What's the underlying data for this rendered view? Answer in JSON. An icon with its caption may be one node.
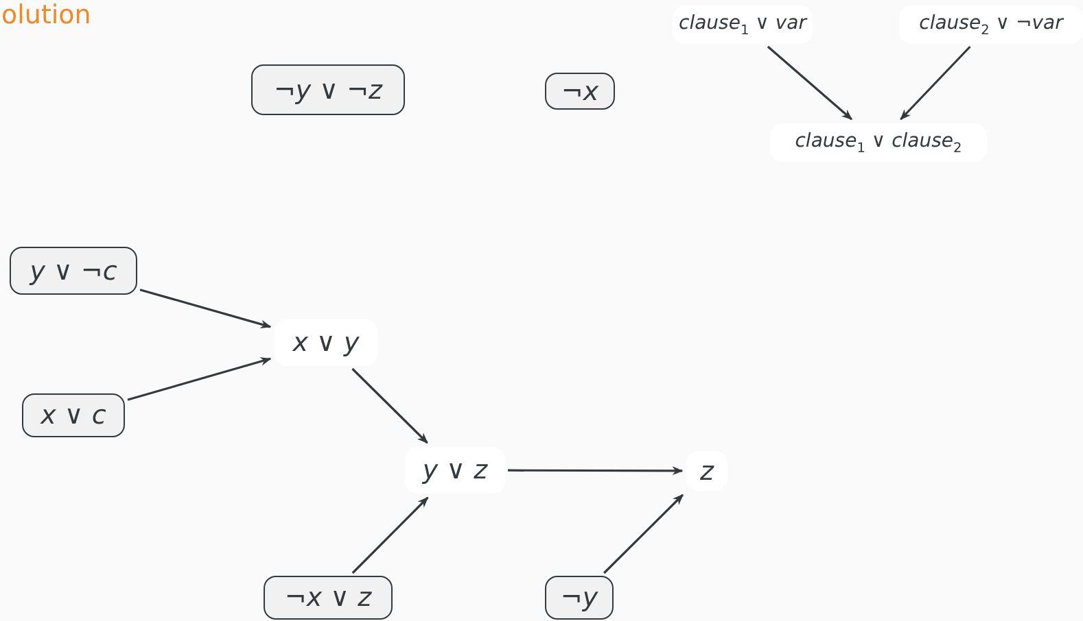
{
  "diagram": {
    "title": "olution",
    "nodes": [
      {
        "text": [
          "¬*y* ∨ ¬*z*"
        ]
      },
      {
        "text": [
          "¬*x*"
        ]
      },
      {
        "text": [
          "*clause*$_{1}$ ∨ *var*"
        ]
      },
      {
        "text": [
          "*clause*$_{2}$ ∨ ¬*var*"
        ]
      },
      {
        "text": [
          "*clause*$_{1}$ ∨ *clause*$_{2}$"
        ]
      },
      {
        "text": [
          "*y* ∨ ¬*c*"
        ]
      },
      {
        "text": [
          "*x* ∨ *c*"
        ]
      },
      {
        "text": [
          "*x* ∨ *y*"
        ]
      },
      {
        "text": [
          "*y* ∨ *z*"
        ]
      },
      {
        "text": [
          "*z*"
        ]
      },
      {
        "text": [
          "¬*x* ∨ *z*"
        ]
      },
      {
        "text": [
          "¬*y*"
        ]
      }
    ],
    "edges": [
      {
        "from": 2,
        "to": 4,
        "arrow": "to"
      },
      {
        "from": 3,
        "to": 4,
        "arrow": "to"
      },
      {
        "from": 5,
        "to": 7,
        "arrow": "to"
      },
      {
        "from": 6,
        "to": 7,
        "arrow": "to"
      },
      {
        "from": 7,
        "to": 8,
        "arrow": "to"
      },
      {
        "from": 10,
        "to": 8,
        "arrow": "to"
      },
      {
        "from": 8,
        "to": 9,
        "arrow": "to"
      },
      {
        "from": 11,
        "to": 9,
        "arrow": "to"
      }
    ]
  }
}
